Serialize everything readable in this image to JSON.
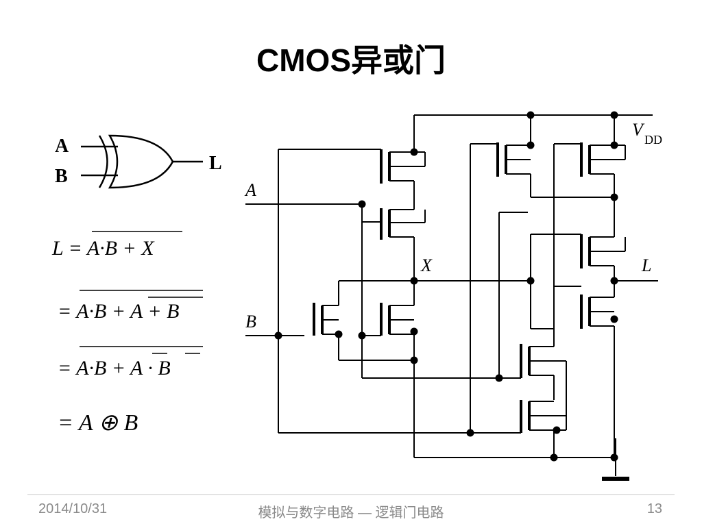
{
  "slide": {
    "title": "CMOS异或门",
    "footer_date": "2014/10/31",
    "footer_course": "模拟与数字电路 — 逻辑门电路",
    "page_number": "13"
  },
  "symbol": {
    "input_a": "A",
    "input_b": "B",
    "output": "L"
  },
  "equations": {
    "eq1": "L = A·B + X",
    "eq2": "= A·B + A + B",
    "eq3": "= A·B + A · B",
    "eq4": "= A ⊕ B"
  },
  "circuit": {
    "vdd_label": "V",
    "vdd_subscript": "DD",
    "input_a": "A",
    "input_b": "B",
    "node_x": "X",
    "output": "L"
  }
}
